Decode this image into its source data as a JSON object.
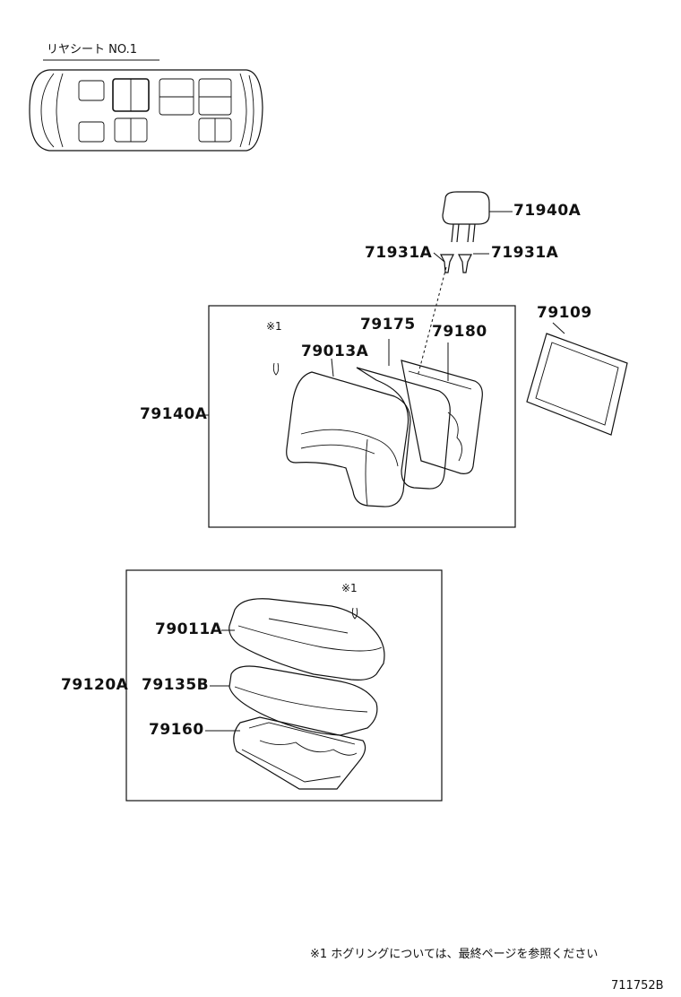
{
  "header": {
    "title": "リヤシート NO.1"
  },
  "parts": {
    "headrest": "71940A",
    "support_left": "71931A",
    "support_right": "71931A",
    "back_frame_cover": "79109",
    "back_pad": "79175",
    "back_frame": "79180",
    "back_cover": "79013A",
    "seatback_assy": "79140A",
    "cushion_cover": "79011A",
    "cushion_pad": "79135B",
    "cushion_frame": "79160",
    "cushion_assy": "79120A"
  },
  "marks": {
    "back_mark": "※1",
    "cushion_mark": "※1"
  },
  "footnote": "※1  ホグリングについては、最終ページを参照ください",
  "diagram_id": "711752B"
}
